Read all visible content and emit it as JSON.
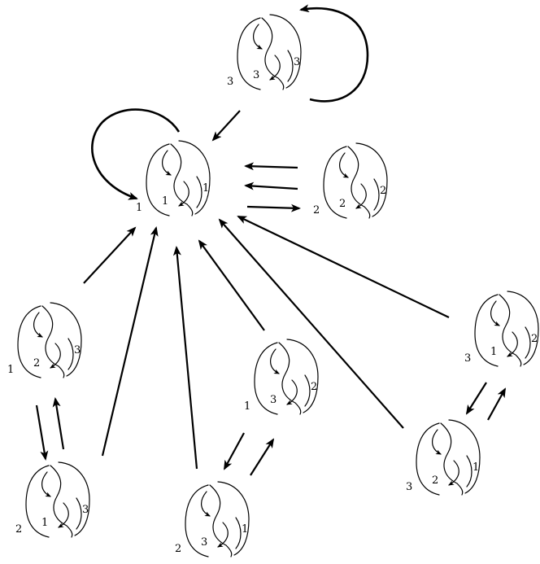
{
  "colors": {
    "ink": "#000000",
    "background": "#ffffff"
  },
  "states": [
    {
      "id": "top",
      "labels": [
        "3",
        "3",
        "3"
      ]
    },
    {
      "id": "center",
      "labels": [
        "1",
        "1",
        "1"
      ]
    },
    {
      "id": "right",
      "labels": [
        "2",
        "2",
        "2"
      ]
    },
    {
      "id": "left-mid",
      "labels": [
        "1",
        "2",
        "3"
      ]
    },
    {
      "id": "bottom-left",
      "labels": [
        "2",
        "1",
        "3"
      ]
    },
    {
      "id": "middle",
      "labels": [
        "1",
        "3",
        "2"
      ]
    },
    {
      "id": "bottom-mid",
      "labels": [
        "2",
        "3",
        "1"
      ]
    },
    {
      "id": "far-right",
      "labels": [
        "3",
        "1",
        "2"
      ]
    },
    {
      "id": "bottom-right",
      "labels": [
        "3",
        "2",
        "1"
      ]
    }
  ],
  "transitions": [
    {
      "from": "top",
      "to": "top"
    },
    {
      "from": "top",
      "to": "center"
    },
    {
      "from": "center",
      "to": "center"
    },
    {
      "from": "right",
      "to": "center"
    },
    {
      "from": "right",
      "to": "center"
    },
    {
      "from": "center",
      "to": "right"
    },
    {
      "from": "left-mid",
      "to": "center"
    },
    {
      "from": "left-mid",
      "to": "bottom-left"
    },
    {
      "from": "bottom-left",
      "to": "left-mid"
    },
    {
      "from": "bottom-left",
      "to": "center"
    },
    {
      "from": "bottom-mid",
      "to": "center"
    },
    {
      "from": "middle",
      "to": "center"
    },
    {
      "from": "middle",
      "to": "bottom-mid"
    },
    {
      "from": "bottom-mid",
      "to": "middle"
    },
    {
      "from": "bottom-right",
      "to": "center"
    },
    {
      "from": "far-right",
      "to": "center"
    },
    {
      "from": "far-right",
      "to": "bottom-right"
    },
    {
      "from": "bottom-right",
      "to": "far-right"
    }
  ]
}
